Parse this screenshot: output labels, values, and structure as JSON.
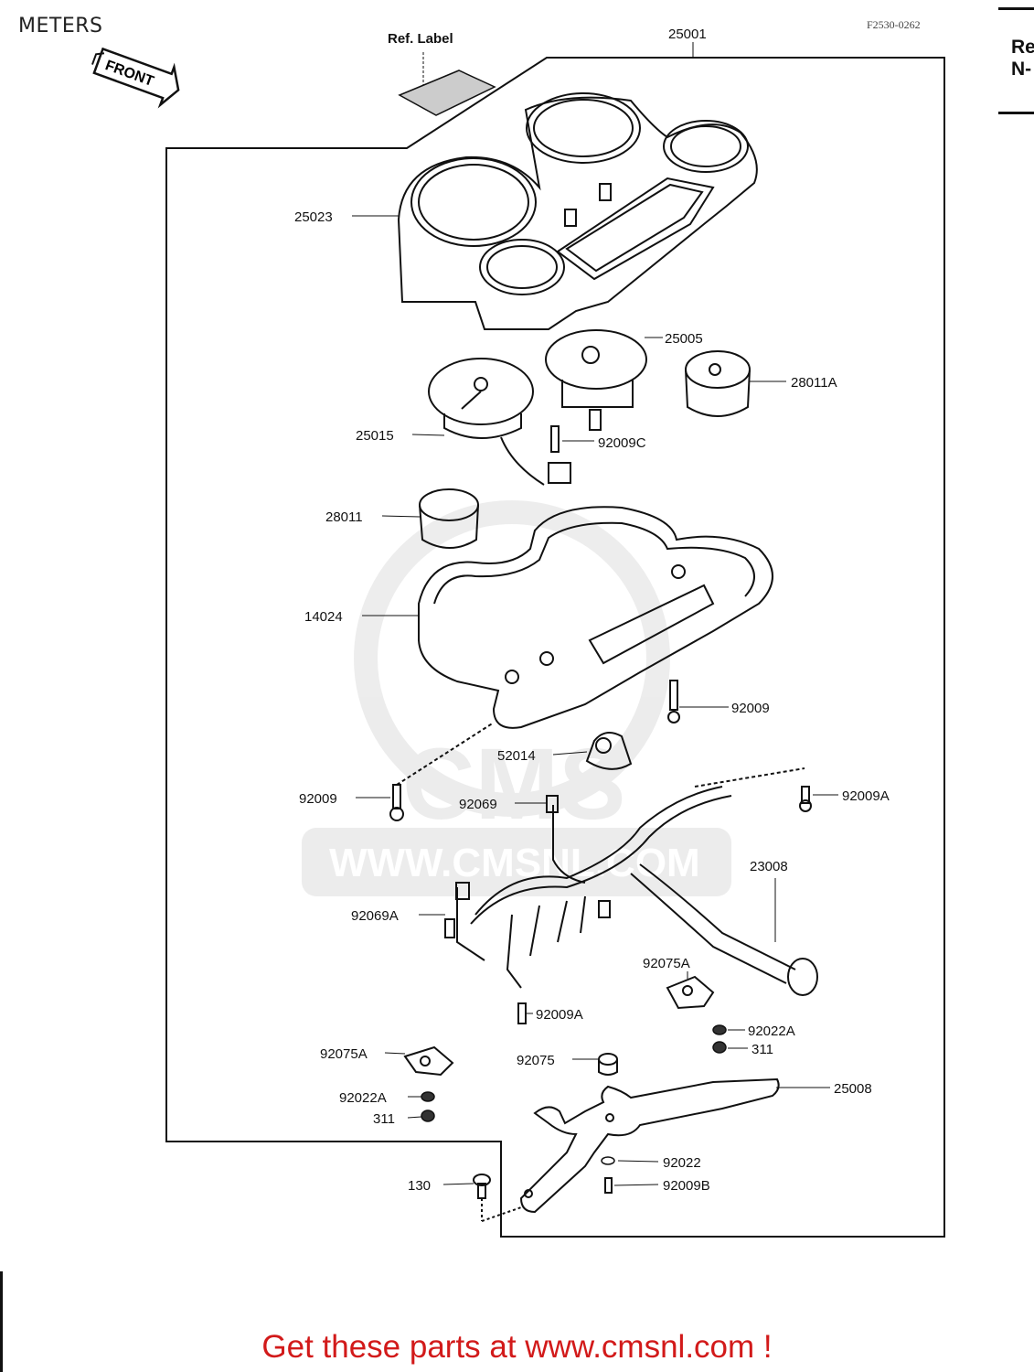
{
  "header": {
    "title": "METERS",
    "diagram_code": "F2530-0262",
    "right_fragment_lines": [
      "Re",
      "N-"
    ]
  },
  "front_arrow_label": "FRONT",
  "ref_label": "Ref. Label",
  "watermark": {
    "brand": "CMS",
    "url": "WWW.CMSNL.COM"
  },
  "parts": [
    {
      "id": "25001"
    },
    {
      "id": "25023"
    },
    {
      "id": "25005"
    },
    {
      "id": "28011A"
    },
    {
      "id": "25015"
    },
    {
      "id": "92009C"
    },
    {
      "id": "28011"
    },
    {
      "id": "14024"
    },
    {
      "id": "92009"
    },
    {
      "id": "52014"
    },
    {
      "id": "92009"
    },
    {
      "id": "92009A"
    },
    {
      "id": "92069"
    },
    {
      "id": "23008"
    },
    {
      "id": "92069A"
    },
    {
      "id": "92075A"
    },
    {
      "id": "92009A"
    },
    {
      "id": "92022A"
    },
    {
      "id": "311"
    },
    {
      "id": "92075A"
    },
    {
      "id": "92075"
    },
    {
      "id": "25008"
    },
    {
      "id": "92022A"
    },
    {
      "id": "311"
    },
    {
      "id": "92022"
    },
    {
      "id": "130"
    },
    {
      "id": "92009B"
    }
  ],
  "footer": {
    "link_text": "Get these parts at www.cmsnl.com !",
    "color": "#d21a1a"
  }
}
